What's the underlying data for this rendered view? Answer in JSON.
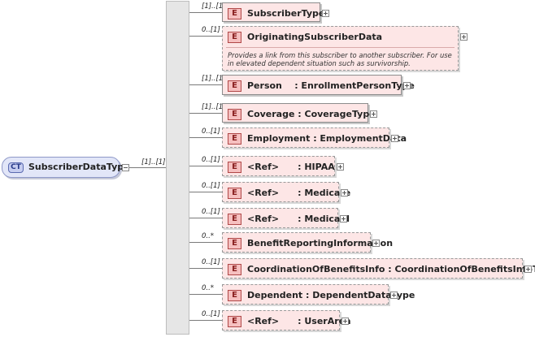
{
  "root": {
    "badge": "CT",
    "name": "SubscriberDataType",
    "cardinality": "[1]..[1]"
  },
  "colors": {
    "element_fill": "#fde6e6",
    "complex_type_fill": "#e2e6f8",
    "sequence_bar": "#e6e6e6"
  },
  "icons": {
    "expand": "plus-icon",
    "collapse": "minus-icon",
    "sequence": "sequence-compositor-icon"
  },
  "children": [
    {
      "badge": "E",
      "label": "SubscriberType",
      "cardinality": "[1]..[1]",
      "required": true
    },
    {
      "badge": "E",
      "label": "OriginatingSubscriberData",
      "cardinality": "0..[1]",
      "required": false,
      "description": "Provides a link from this subscriber to another subscriber.  For use in elevated dependent situation such as survivorship."
    },
    {
      "badge": "E",
      "label": "Person    : EnrollmentPersonType",
      "cardinality": "[1]..[1]",
      "required": true
    },
    {
      "badge": "E",
      "label": "Coverage : CoverageType",
      "cardinality": "[1]..[1]",
      "required": true
    },
    {
      "badge": "E",
      "label": "Employment : EmploymentData",
      "cardinality": "0..[1]",
      "required": false
    },
    {
      "badge": "E",
      "label": "<Ref>      : HIPAA",
      "cardinality": "0..[1]",
      "required": false
    },
    {
      "badge": "E",
      "label": "<Ref>      : Medicare",
      "cardinality": "0..[1]",
      "required": false
    },
    {
      "badge": "E",
      "label": "<Ref>      : Medicaid",
      "cardinality": "0..[1]",
      "required": false
    },
    {
      "badge": "E",
      "label": "BenefitReportingInformation",
      "cardinality": "0..*",
      "required": false
    },
    {
      "badge": "E",
      "label": "CoordinationOfBenefitsInfo : CoordinationOfBenefitsInfoType",
      "cardinality": "0..[1]",
      "required": false
    },
    {
      "badge": "E",
      "label": "Dependent : DependentDataType",
      "cardinality": "0..*",
      "required": false
    },
    {
      "badge": "E",
      "label": "<Ref>      : UserArea",
      "cardinality": "0..[1]",
      "required": false
    }
  ]
}
